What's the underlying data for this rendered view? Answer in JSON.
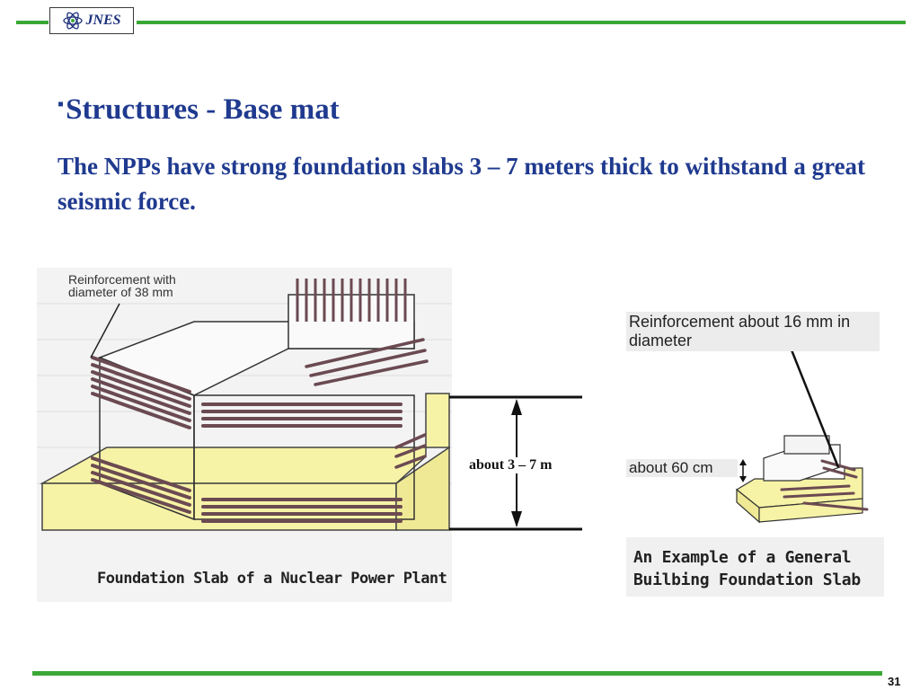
{
  "header": {
    "logo_text": "JNES"
  },
  "slide": {
    "title_bullet": "▪",
    "title": "Structures - Base mat",
    "subtitle": "The NPPs have strong foundation slabs 3 – 7 meters thick to withstand a great seismic force.",
    "page_number": "31"
  },
  "npp_figure": {
    "reinforcement_label": "Reinforcement with diameter of 38 mm",
    "caption": "Foundation Slab of a Nuclear Power Plant",
    "slab_color": "#f7f3a6"
  },
  "thickness": {
    "label": "about 3 – 7 m"
  },
  "general_figure": {
    "reinforcement_label": "Reinforcement about 16 mm in diameter",
    "depth_label": "about 60 cm",
    "caption": "An Example of a General Builbing Foundation Slab",
    "slab_color": "#f7f3a6"
  },
  "colors": {
    "accent_green": "#3aa836",
    "title_blue": "#1f3a8f",
    "rebar_brown": "#6b4a52"
  }
}
